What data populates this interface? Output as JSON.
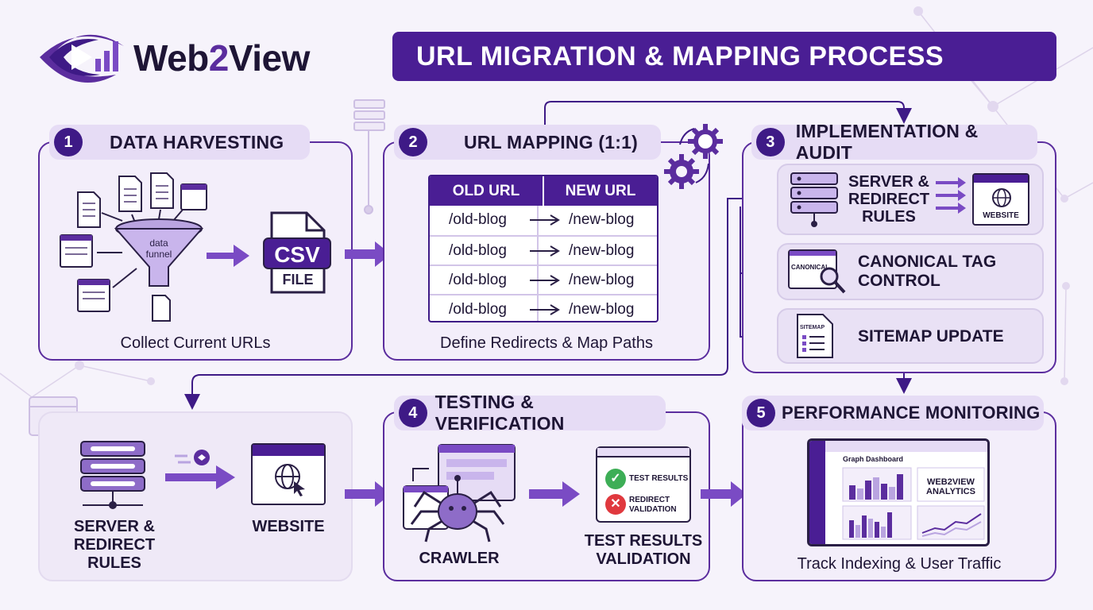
{
  "brand": {
    "name_prefix": "Web",
    "name_num": "2",
    "name_suffix": "View"
  },
  "header": {
    "title": "URL MIGRATION & MAPPING PROCESS"
  },
  "colors": {
    "primary": "#5b2d9e",
    "dark": "#3e1a86",
    "light": "#e6dcf5",
    "panel": "#f3eefa",
    "check": "#3dae56",
    "cross": "#e0393e"
  },
  "steps": [
    {
      "num": "1",
      "title": "DATA HARVESTING",
      "caption": "Collect Current URLs",
      "funnel_line1": "data",
      "funnel_line2": "funnel",
      "csv_big": "CSV",
      "csv_small": "FILE"
    },
    {
      "num": "2",
      "title": "URL MAPPING (1:1)",
      "caption": "Define Redirects & Map Paths",
      "table": {
        "col_old": "OLD URL",
        "col_new": "NEW URL",
        "rows": [
          {
            "old": "/old-blog",
            "new": "/new-blog"
          },
          {
            "old": "/old-blog",
            "new": "/new-blog"
          },
          {
            "old": "/old-blog",
            "new": "/new-blog"
          },
          {
            "old": "/old-blog",
            "new": "/new-blog"
          }
        ]
      }
    },
    {
      "num": "3",
      "title": "IMPLEMENTATION & AUDIT",
      "server_label_1": "SERVER &",
      "server_label_2": "REDIRECT",
      "server_label_3": "RULES",
      "website_icon_label": "WEBSITE",
      "canonical_icon_label": "CANONICAL",
      "canonical_label_1": "CANONICAL TAG",
      "canonical_label_2": "CONTROL",
      "sitemap_icon_label": "SITEMAP",
      "sitemap_label": "SITEMAP UPDATE"
    },
    {
      "num": "4",
      "title": "TESTING & VERIFICATION",
      "crawler_label": "CRAWLER",
      "test_ok": "TEST RESULTS",
      "test_fail_1": "REDIRECT",
      "test_fail_2": "VALIDATION",
      "result_label_1": "TEST RESULTS",
      "result_label_2": "VALIDATION"
    },
    {
      "num": "5",
      "title": "PERFORMANCE MONITORING",
      "caption": "Track Indexing & User Traffic",
      "dashboard_title": "Graph Dashboard",
      "analytics_1": "WEB2VIEW",
      "analytics_2": "ANALYTICS"
    }
  ],
  "deploy": {
    "server_label_1": "SERVER &",
    "server_label_2": "REDIRECT",
    "server_label_3": "RULES",
    "website_label": "WEBSITE"
  }
}
